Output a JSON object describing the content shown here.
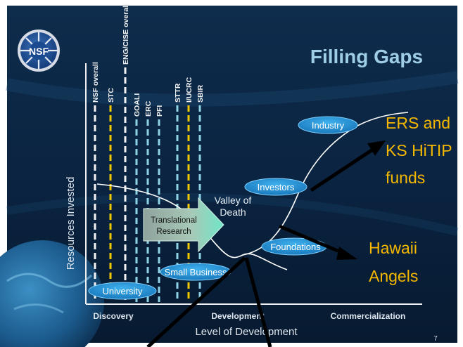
{
  "slide": {
    "title": "Filling Gaps",
    "logo_text": "NSF",
    "page_number": "7"
  },
  "axes": {
    "y_label": "Resources Invested",
    "x_label": "Level of Development",
    "x_stages": [
      "Discovery",
      "Development",
      "Commercialization"
    ]
  },
  "programs": [
    {
      "label": "NSF overall",
      "color": "#f2f2f2"
    },
    {
      "label": "STC",
      "color": "#f0c800"
    },
    {
      "label": "ENG/CISE overall",
      "color": "#f2f2f2"
    },
    {
      "label": "GOALI",
      "color": "#8ed3e6"
    },
    {
      "label": "ERC",
      "color": "#8ed3e6"
    },
    {
      "label": "PFI",
      "color": "#8ed3e6"
    },
    {
      "label": "STTR",
      "color": "#8ed3e6"
    },
    {
      "label": "I/UCRC",
      "color": "#f0c800"
    },
    {
      "label": "SBIR",
      "color": "#8ed3e6"
    }
  ],
  "nodes": {
    "university": "University",
    "translational_line1": "Translational",
    "translational_line2": "Research",
    "valley_line1": "Valley of",
    "valley_line2": "Death",
    "small_business": "Small Business",
    "foundations": "Foundations",
    "investors": "Investors",
    "industry": "Industry"
  },
  "annotations": {
    "ers_line1": "ERS and",
    "ers_line2": "KS HiTIP",
    "ers_line3": "funds",
    "hawaii_line1": "Hawaii",
    "hawaii_line2": "Angels"
  },
  "colors": {
    "slide_bg": "#0b2440",
    "title": "#9fcde8",
    "annotation": "#f5b800",
    "oval": "#1f8fd0",
    "arrow": "#000000"
  }
}
